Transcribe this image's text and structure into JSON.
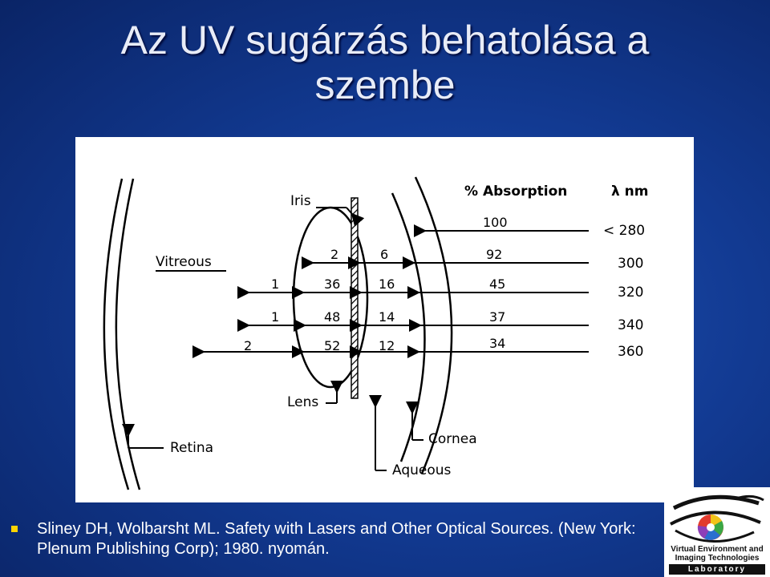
{
  "slide": {
    "title_line1": "Az UV sugárzás behatolása a",
    "title_line2": "szembe",
    "bullet": "Sliney DH, Wolbarsht ML. Safety with Lasers and Other Optical Sources. (New York: Plenum Publishing Corp); 1980. nyomán."
  },
  "diagram": {
    "labels": {
      "iris": "Iris",
      "vitreous": "Vitreous",
      "lens": "Lens",
      "retina": "Retina",
      "cornea": "Cornea",
      "aqueous": "Aqueous",
      "absorption_header": "% Absorption",
      "wavelength_header": "λ nm"
    },
    "rows": [
      {
        "wavelength": "< 280",
        "cornea": "100",
        "aqueous": "",
        "lens": "",
        "vitreous": ""
      },
      {
        "wavelength": "300",
        "cornea": "92",
        "aqueous": "6",
        "lens": "2",
        "vitreous": ""
      },
      {
        "wavelength": "320",
        "cornea": "45",
        "aqueous": "16",
        "lens": "36",
        "vitreous": "1"
      },
      {
        "wavelength": "340",
        "cornea": "37",
        "aqueous": "14",
        "lens": "48",
        "vitreous": "1"
      },
      {
        "wavelength": "360",
        "cornea": "34",
        "aqueous": "12",
        "lens": "52",
        "vitreous": "2"
      }
    ]
  },
  "logo": {
    "line1": "Virtual Environment and",
    "line2": "Imaging Technologies",
    "line3": "Laboratory"
  },
  "colors": {
    "background": "#123a92",
    "title": "#e8ecf7",
    "bullet_marker": "#ffd400"
  }
}
